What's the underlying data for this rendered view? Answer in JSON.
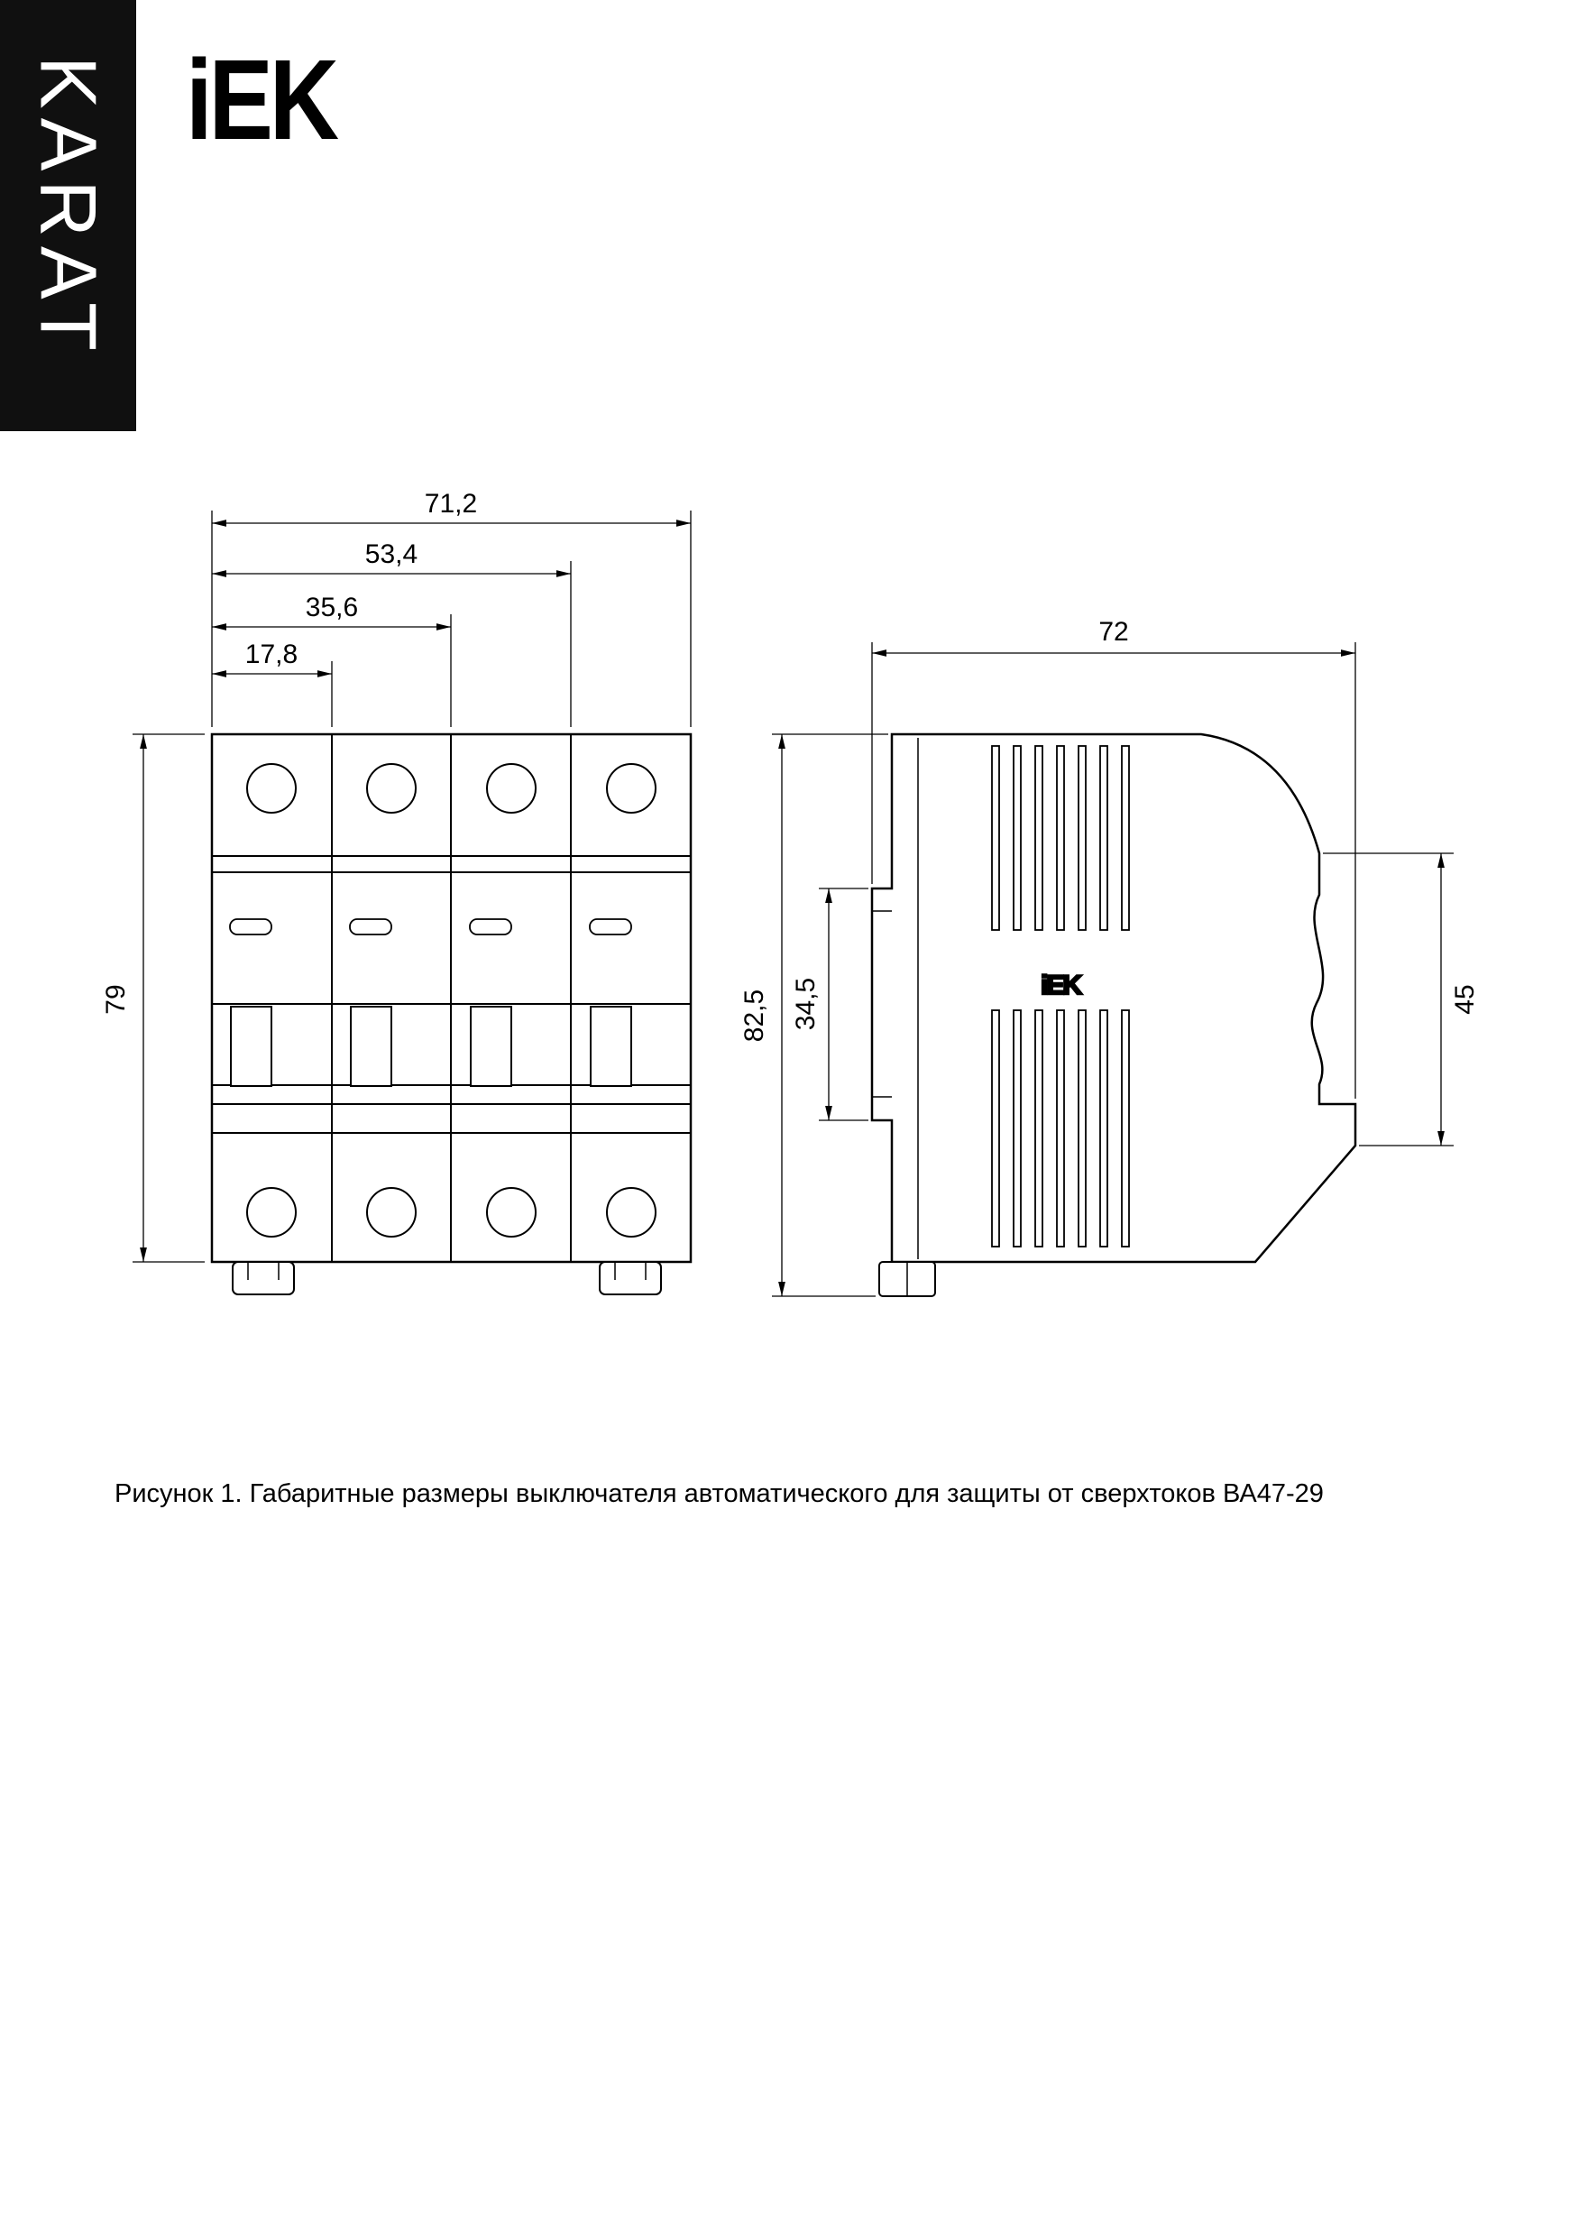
{
  "header": {
    "banner_text": "KARAT",
    "logo_text": "iEK"
  },
  "figure": {
    "caption": "Рисунок 1. Габаритные размеры выключателя автоматического для защиты от сверхтоков ВА47-29"
  },
  "front_view": {
    "dimensions": {
      "total_width_mm": "71,2",
      "three_module_width_mm": "53,4",
      "two_module_width_mm": "35,6",
      "one_module_width_mm": "17,8",
      "height_mm": "79"
    }
  },
  "side_view": {
    "embossed_logo": "iEK",
    "dimensions": {
      "depth_mm": "72",
      "total_height_mm": "82,5",
      "din_recess_height_mm": "34,5",
      "front_face_height_mm": "45"
    }
  },
  "colors": {
    "banner_background": "#101010",
    "line_color": "#000000",
    "page_background": "#ffffff"
  }
}
